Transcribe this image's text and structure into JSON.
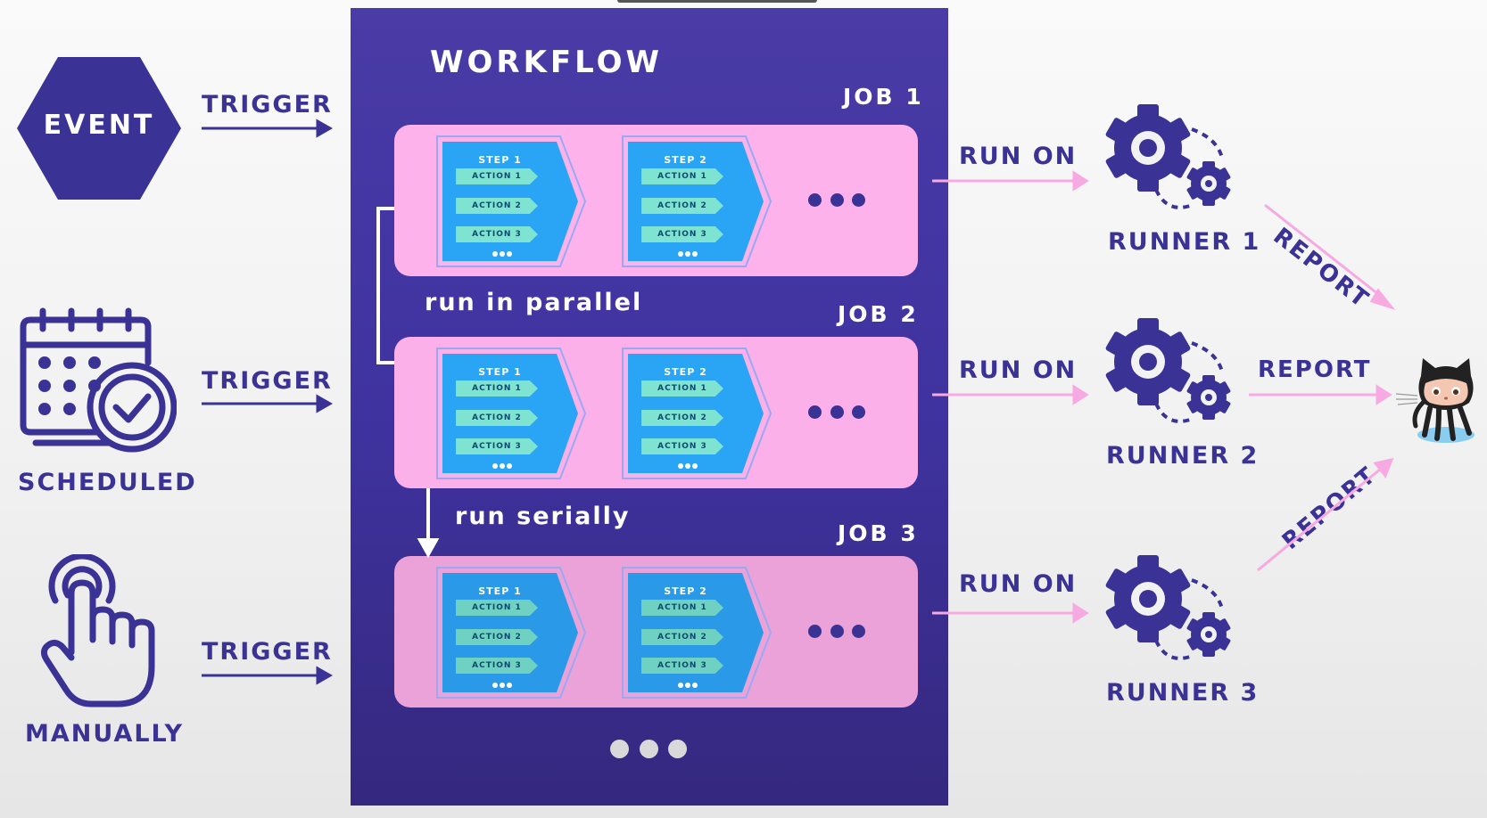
{
  "workflow": {
    "title": "WORKFLOW",
    "parallel_label": "run in parallel",
    "serial_label": "run serially",
    "jobs": [
      {
        "label": "JOB 1",
        "steps": [
          {
            "title": "STEP 1",
            "actions": [
              "ACTION 1",
              "ACTION 2",
              "ACTION 3"
            ]
          },
          {
            "title": "STEP 2",
            "actions": [
              "ACTION 1",
              "ACTION 2",
              "ACTION 3"
            ]
          }
        ]
      },
      {
        "label": "JOB 2",
        "steps": [
          {
            "title": "STEP 1",
            "actions": [
              "ACTION 1",
              "ACTION 2",
              "ACTION 3"
            ]
          },
          {
            "title": "STEP 2",
            "actions": [
              "ACTION 1",
              "ACTION 2",
              "ACTION 3"
            ]
          }
        ]
      },
      {
        "label": "JOB 3",
        "steps": [
          {
            "title": "STEP 1",
            "actions": [
              "ACTION 1",
              "ACTION 2",
              "ACTION 3"
            ]
          },
          {
            "title": "STEP 2",
            "actions": [
              "ACTION 1",
              "ACTION 2",
              "ACTION 3"
            ]
          }
        ]
      }
    ]
  },
  "triggers": [
    {
      "label": "EVENT",
      "arrow_label": "TRIGGER",
      "icon": "hexagon-icon"
    },
    {
      "label": "SCHEDULED",
      "arrow_label": "TRIGGER",
      "icon": "calendar-clock-icon"
    },
    {
      "label": "MANUALLY",
      "arrow_label": "TRIGGER",
      "icon": "hand-tap-icon"
    }
  ],
  "runners": [
    {
      "label": "RUNNER 1",
      "run_label": "RUN ON",
      "report_label": "REPORT"
    },
    {
      "label": "RUNNER 2",
      "run_label": "RUN ON",
      "report_label": "REPORT"
    },
    {
      "label": "RUNNER 3",
      "run_label": "RUN ON",
      "report_label": "REPORT"
    }
  ],
  "icons": [
    "gears-icon",
    "github-octocat-icon"
  ],
  "colors": {
    "primary": "#3b3296",
    "workflow_bg": "#4a3ba6",
    "job_box": "#fdb2ec",
    "step_blue": "#2aa5f5",
    "action_teal": "#7ee3d0",
    "run_arrow": "#f7a9e1"
  }
}
